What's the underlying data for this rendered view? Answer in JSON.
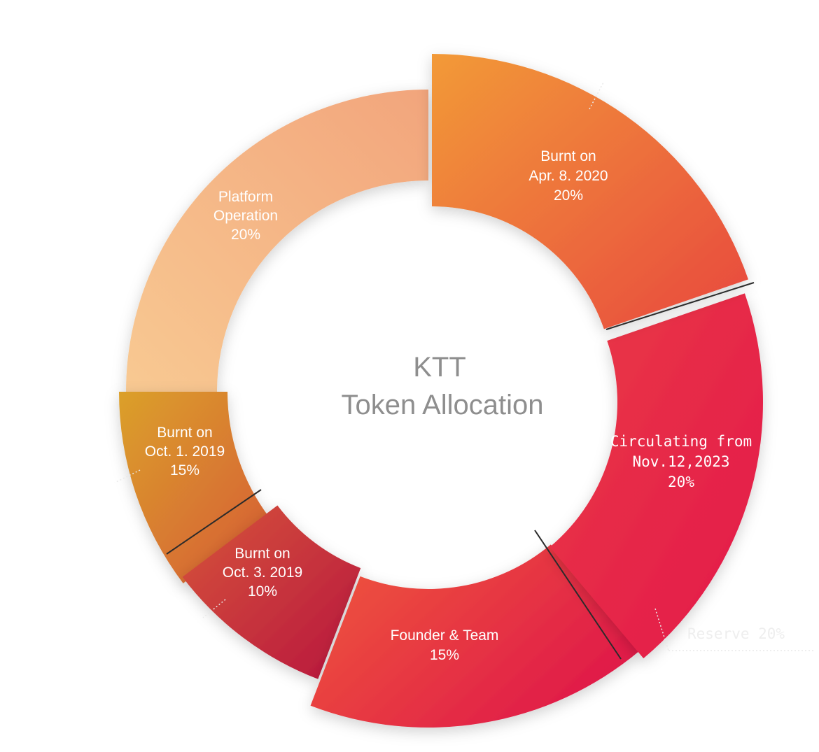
{
  "chart_data": {
    "type": "pie",
    "title": [
      "KTT",
      "Token Allocation"
    ],
    "slices": [
      {
        "lines": [
          "Burnt on",
          "Apr. 8. 2020",
          "20%"
        ],
        "value": 20,
        "color_start": "#f29a38",
        "color_end": "#e8473f"
      },
      {
        "lines": [
          "Circulating from",
          "Nov.12,2023",
          "20%"
        ],
        "value": 20,
        "color_start": "#ea3b45",
        "color_end": "#e3174a"
      },
      {
        "lines": [
          "Founder & Team",
          "15%"
        ],
        "value": 15,
        "color_start": "#ef5a3c",
        "color_end": "#e01a48"
      },
      {
        "lines": [
          "Burnt on",
          "Oct. 3. 2019",
          "10%"
        ],
        "value": 10,
        "color_start": "#d6543a",
        "color_end": "#b8153e"
      },
      {
        "lines": [
          "Burnt on",
          "Oct. 1. 2019",
          "15%"
        ],
        "value": 15,
        "color_start": "#dba02b",
        "color_end": "#d65a35"
      },
      {
        "lines": [
          "Platform",
          "Operation",
          "20%"
        ],
        "value": 20,
        "color_start": "#f8c992",
        "color_end": "#f2a57c"
      }
    ],
    "ghost_label": "Reserve 20%"
  }
}
